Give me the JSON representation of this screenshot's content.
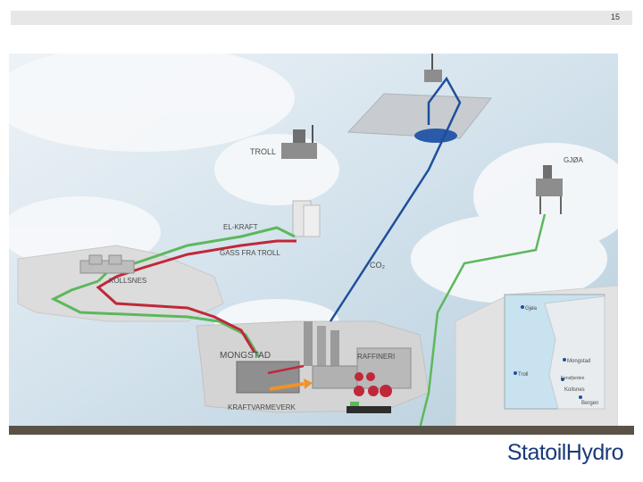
{
  "slide": {
    "page_number": "15",
    "logo_text": "StatoilHydro"
  },
  "labels": {
    "troll": "TROLL",
    "gjoa": "GJØA",
    "el_kraft": "EL-KRAFT",
    "gass_fra_troll": "GASS FRA TROLL",
    "kollsnes": "KOLLSNES",
    "co2": "CO₂",
    "mongstad": "MONGSTAD",
    "raffineri": "RAFFINERI",
    "kraftvarmeverk": "KRAFTVARMEVERK"
  },
  "map": {
    "places": [
      "Gjøa",
      "Troll",
      "Mongstad",
      "Kollsnes",
      "Bergen"
    ],
    "extra_label": "Fensfjorden"
  },
  "colors": {
    "pipeline_green": "#5cb85c",
    "pipeline_red": "#c0283a",
    "pipeline_blue": "#1f4f9a",
    "sea": "#c6dbe8",
    "land": "#dcdcdc",
    "cloud": "#f7f9fb",
    "logo": "#1a3a78",
    "heat_arrow": "#f0922a"
  }
}
